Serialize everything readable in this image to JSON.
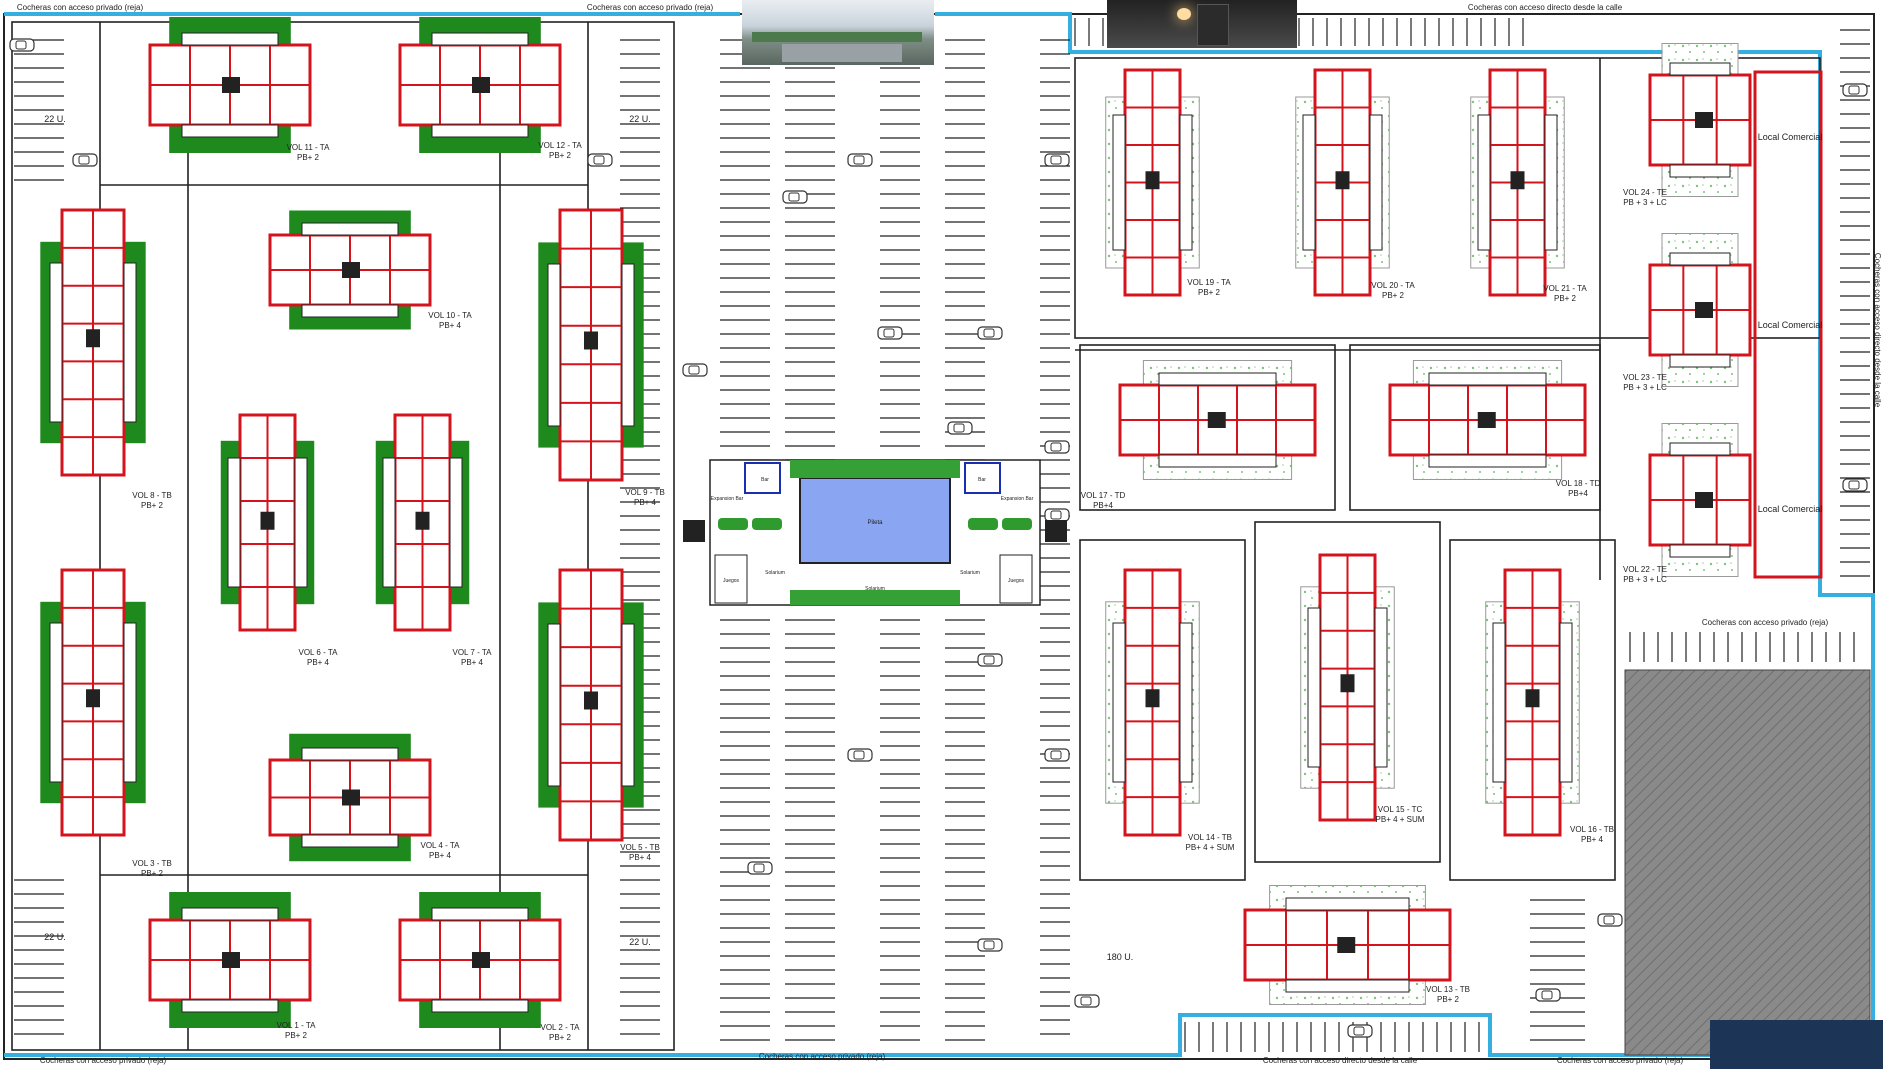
{
  "edge_labels": [
    "Cocheras con acceso privado (reja)",
    "Cocheras con acceso privado (reja)",
    "Cocheras con acceso directo desde la calle",
    "Cocheras con acceso directo desde la calle",
    "Cocheras con acceso privado (reja)",
    "Cocheras con acceso privado (reja)",
    "Cocheras con acceso privado (reja)",
    "Cocheras con acceso directo desde la calle",
    "Cocheras con acceso privado (reja)"
  ],
  "buildings": [
    {
      "name": "VOL 11 - TA",
      "sub": "PB+ 2"
    },
    {
      "name": "VOL 12 - TA",
      "sub": "PB+ 2"
    },
    {
      "name": "VOL 10 - TA",
      "sub": "PB+ 4"
    },
    {
      "name": "VOL 8 - TB",
      "sub": "PB+ 2"
    },
    {
      "name": "VOL 9 - TB",
      "sub": "PB+ 4"
    },
    {
      "name": "VOL 6 - TA",
      "sub": "PB+ 4"
    },
    {
      "name": "VOL 7 - TA",
      "sub": "PB+ 4"
    },
    {
      "name": "VOL 3 - TB",
      "sub": "PB+ 2"
    },
    {
      "name": "VOL 4 - TA",
      "sub": "PB+ 4"
    },
    {
      "name": "VOL 5 - TB",
      "sub": "PB+ 4"
    },
    {
      "name": "VOL 1 - TA",
      "sub": "PB+ 2"
    },
    {
      "name": "VOL 2 - TA",
      "sub": "PB+ 2"
    },
    {
      "name": "VOL 19 - TA",
      "sub": "PB+ 2"
    },
    {
      "name": "VOL 20 - TA",
      "sub": "PB+ 2"
    },
    {
      "name": "VOL 21 - TA",
      "sub": "PB+ 2"
    },
    {
      "name": "VOL 24 - TE",
      "sub": "PB + 3 + LC"
    },
    {
      "name": "VOL 23 - TE",
      "sub": "PB + 3 + LC"
    },
    {
      "name": "VOL 22 - TE",
      "sub": "PB + 3 + LC"
    },
    {
      "name": "VOL 17 - TD",
      "sub": "PB+4"
    },
    {
      "name": "VOL 18 - TD",
      "sub": "PB+4"
    },
    {
      "name": "VOL 14 - TB",
      "sub": "PB+ 4 + SUM"
    },
    {
      "name": "VOL 15 - TC",
      "sub": "PB+ 4 + SUM"
    },
    {
      "name": "VOL 16 - TB",
      "sub": "PB+ 4"
    },
    {
      "name": "VOL 13 - TB",
      "sub": "PB+ 2"
    }
  ],
  "locales": [
    "Local Comercial",
    "Local Comercial",
    "Local Comercial"
  ],
  "parking_counts": [
    "22 U.",
    "22 U.",
    "22 U.",
    "22 U.",
    "180 U."
  ],
  "amenities": {
    "pool": "Pileta",
    "bar_left": "Bar",
    "bar_right": "Bar",
    "expansion_left": "Expansion Bar",
    "expansion_right": "Expansion Bar",
    "juegos_left": "Juegos",
    "juegos_right": "Juegos",
    "solarium_left": "Solarium",
    "solarium_right": "Solarium",
    "solarium_bottom": "Solarium"
  },
  "colors": {
    "building_outline": "#d4141c",
    "garden": "#1e8a1e",
    "boundary": "#35aee0",
    "pool": "#8aa6f2",
    "hatch_block": "#8a8a8a",
    "navy_panel": "#1c3557"
  }
}
